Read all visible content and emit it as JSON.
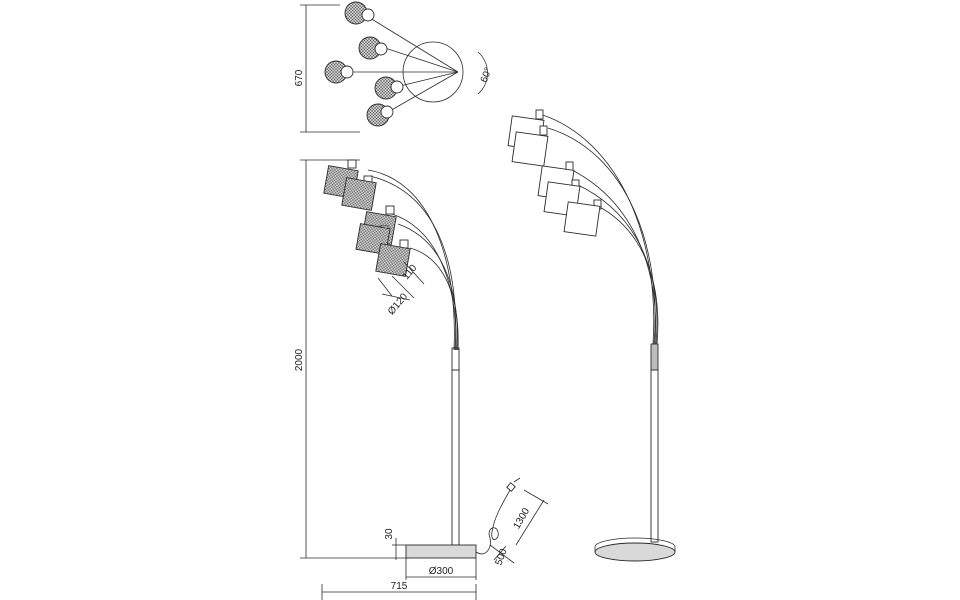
{
  "dimensions": {
    "top_view_depth": "670",
    "angle": "60°",
    "total_height": "2000",
    "shade_height": "110",
    "shade_diameter": "Ø120",
    "base_height": "30",
    "base_diameter": "Ø300",
    "total_width": "715",
    "cord_switch_distance": "500",
    "cord_length": "1300"
  },
  "colors": {
    "line": "#2b2b2b",
    "shade_fill": "#d9d9d9",
    "background": "#ffffff"
  }
}
